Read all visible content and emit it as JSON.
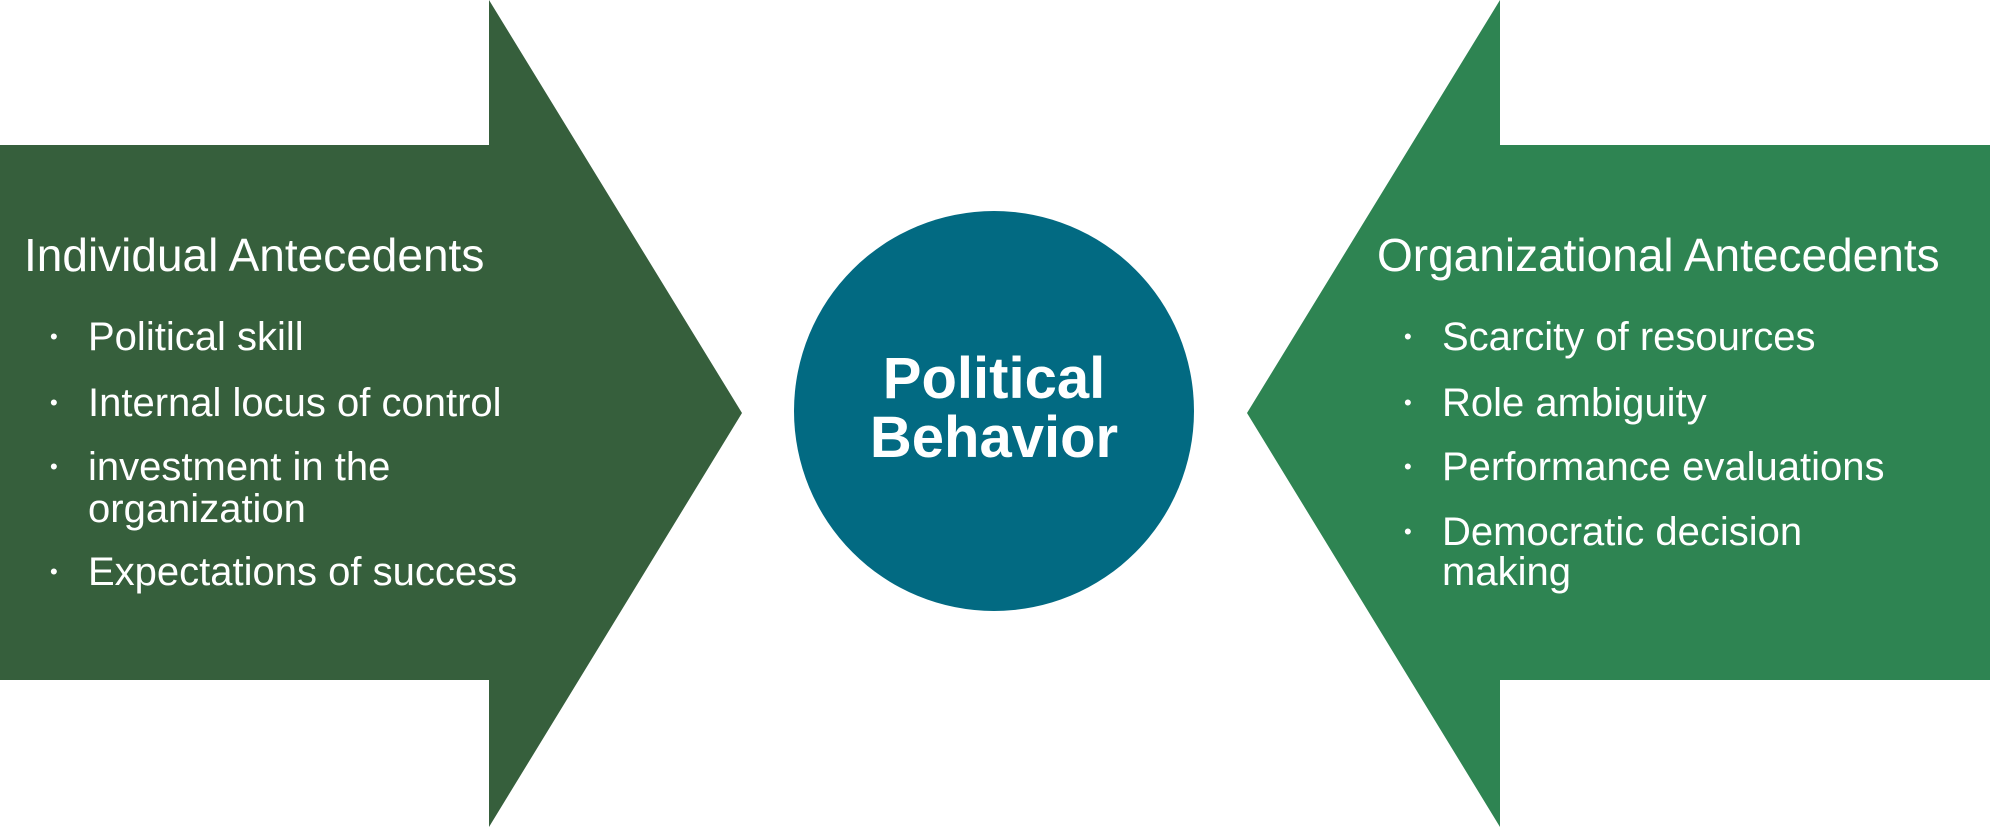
{
  "colors": {
    "left_arrow": "#365f3c",
    "right_arrow": "#2e8452",
    "circle": "#026a82",
    "text": "#ffffff"
  },
  "center": {
    "title_line1": "Political",
    "title_line2": "Behavior"
  },
  "left": {
    "heading": "Individual Antecedents",
    "items": [
      {
        "lines": [
          "Political skill"
        ]
      },
      {
        "lines": [
          "Internal locus of control"
        ]
      },
      {
        "lines": [
          "investment in the",
          "organization"
        ]
      },
      {
        "lines": [
          "Expectations of success"
        ]
      }
    ]
  },
  "right": {
    "heading": "Organizational Antecedents",
    "items": [
      {
        "lines": [
          "Scarcity of resources"
        ]
      },
      {
        "lines": [
          "Role ambiguity"
        ]
      },
      {
        "lines": [
          "Performance evaluations"
        ]
      },
      {
        "lines": [
          "Democratic decision",
          "making"
        ]
      }
    ]
  },
  "bullet_glyph": "•"
}
